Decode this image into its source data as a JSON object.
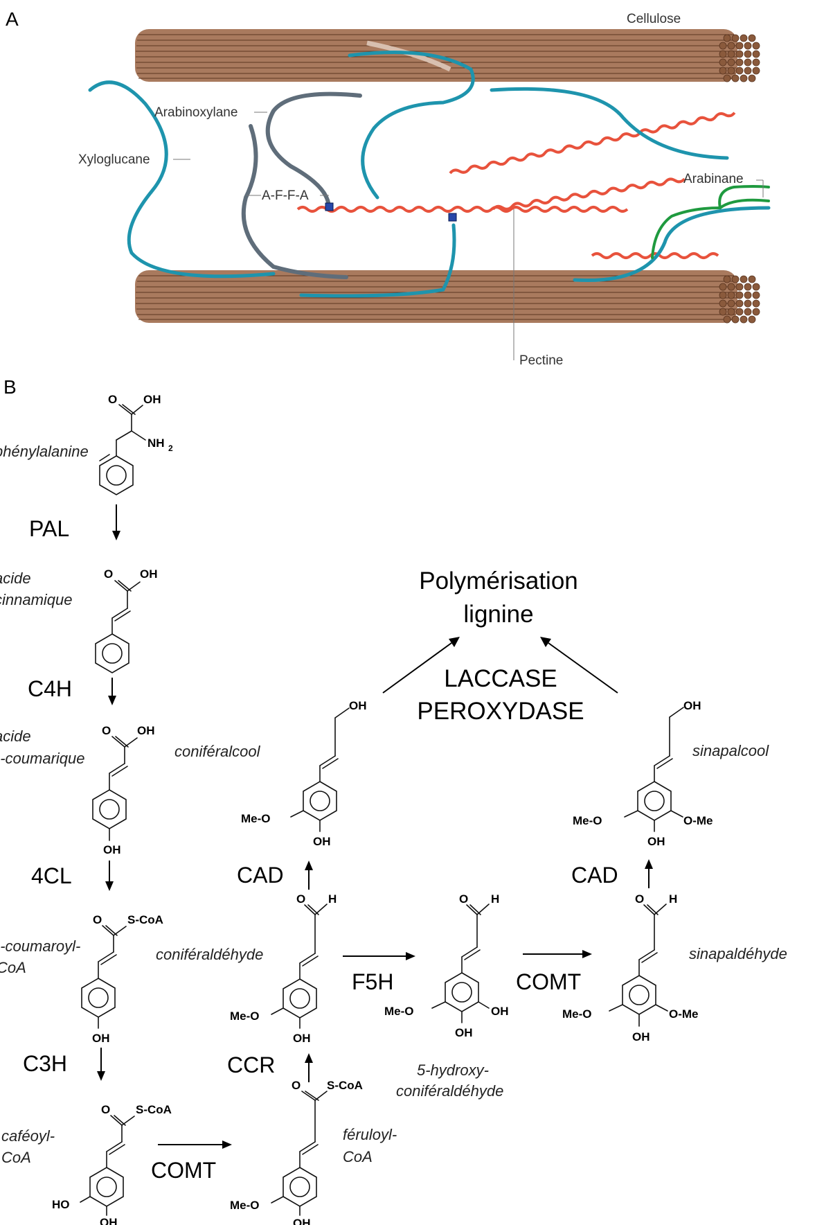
{
  "panels": {
    "a": "A",
    "b": "B"
  },
  "panel_a": {
    "labels": {
      "cellulose": "Cellulose",
      "arabinoxylane": "Arabinoxylane",
      "xyloglucane": "Xyloglucane",
      "affa": "A-F-F-A",
      "arabinane": "Arabinane",
      "pectine": "Pectine"
    },
    "colors": {
      "cellulose": "#a97a5e",
      "xyloglucane": "#1e94ad",
      "arabinoxylane": "#5f6d7a",
      "pectine": "#e8523c",
      "arabinane": "#1f9a3f",
      "crosslink": "#2747a8"
    }
  },
  "compounds": {
    "phenylalanine": "phénylalanine",
    "cinnamic_1": "acide",
    "cinnamic_2": "cinnamique",
    "coumaric_1": "acide",
    "coumaric_2": "p-coumarique",
    "coumaroyl_1": "p-coumaroyl-",
    "coumaroyl_2": "CoA",
    "cafeoyl_1": "caféoyl-",
    "cafeoyl_2": "CoA",
    "feruloyl_1": "féruloyl-",
    "feruloyl_2": "CoA",
    "coniferaldehyde": "coniféraldéhyde",
    "coniferalcool": "coniféralcool",
    "hydroxy_1": "5-hydroxy-",
    "hydroxy_2": "coniféraldéhyde",
    "sinapaldehyde": "sinapaldéhyde",
    "sinapalcool": "sinapalcool"
  },
  "enzymes": {
    "pal": "PAL",
    "c4h": "C4H",
    "fourcl": "4CL",
    "c3h": "C3H",
    "comt_1": "COMT",
    "ccr": "CCR",
    "cad_1": "CAD",
    "f5h": "F5H",
    "comt_2": "COMT",
    "cad_2": "CAD"
  },
  "polymer": {
    "line1": "Polymérisation",
    "line2": "lignine",
    "laccase": "LACCASE",
    "peroxydase": "PEROXYDASE"
  },
  "atoms": {
    "o": "O",
    "oh": "OH",
    "h": "H",
    "nh": "NH",
    "sub2": "2",
    "scoa": "S-CoA",
    "ho": "HO",
    "meo": "Me-O",
    "ome": "O-Me"
  }
}
